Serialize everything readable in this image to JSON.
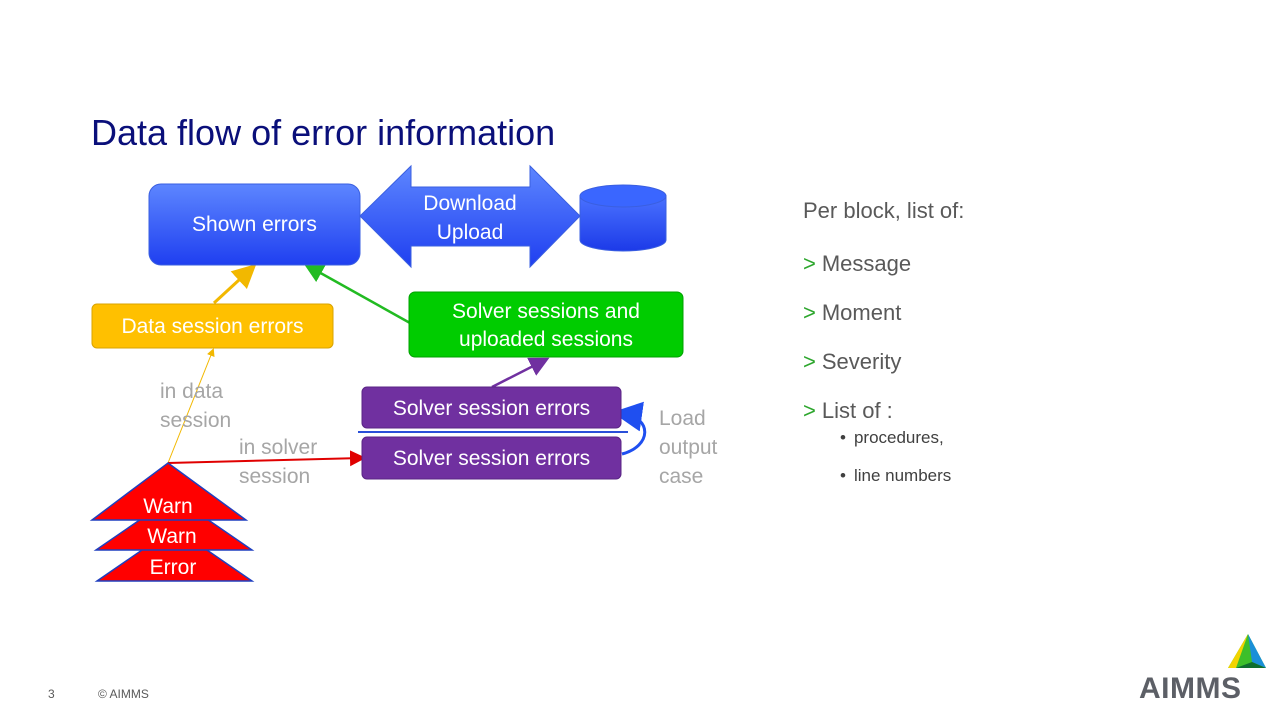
{
  "slide": {
    "title": "Data flow of error information",
    "page_number": "3",
    "copyright": "© AIMMS",
    "logo_text": "AIMMS"
  },
  "diagram": {
    "shown_errors": "Shown errors",
    "download": "Download",
    "upload": "Upload",
    "data_session_errors": "Data session errors",
    "solver_sessions_line1": "Solver sessions and",
    "solver_sessions_line2": "uploaded sessions",
    "solver_session_errors_top": "Solver session errors",
    "solver_session_errors_bottom": "Solver session errors",
    "in_data_line1": "in data",
    "in_data_line2": "session",
    "in_solver_line1": "in solver",
    "in_solver_line2": "session",
    "load_line1": "Load",
    "load_line2": "output",
    "load_line3": "case",
    "warn_1": "Warn",
    "warn_2": "Warn",
    "error": "Error"
  },
  "right_panel": {
    "heading": "Per block, list of:",
    "marker": ">",
    "items": [
      "Message",
      "Moment",
      "Severity",
      "List of :"
    ],
    "bullet": "•",
    "sub_items": [
      "procedures,",
      "line numbers"
    ]
  },
  "colors": {
    "title": "#0a0f7a",
    "shown_errors_blue": "#2450f0",
    "data_session_yellow": "#ffc000",
    "solver_sessions_green": "#00cc00",
    "solver_errors_purple": "#7030a0",
    "warn_red": "#ff0000",
    "gray_text": "#a6a6a6",
    "marker_green": "#2da62d"
  }
}
